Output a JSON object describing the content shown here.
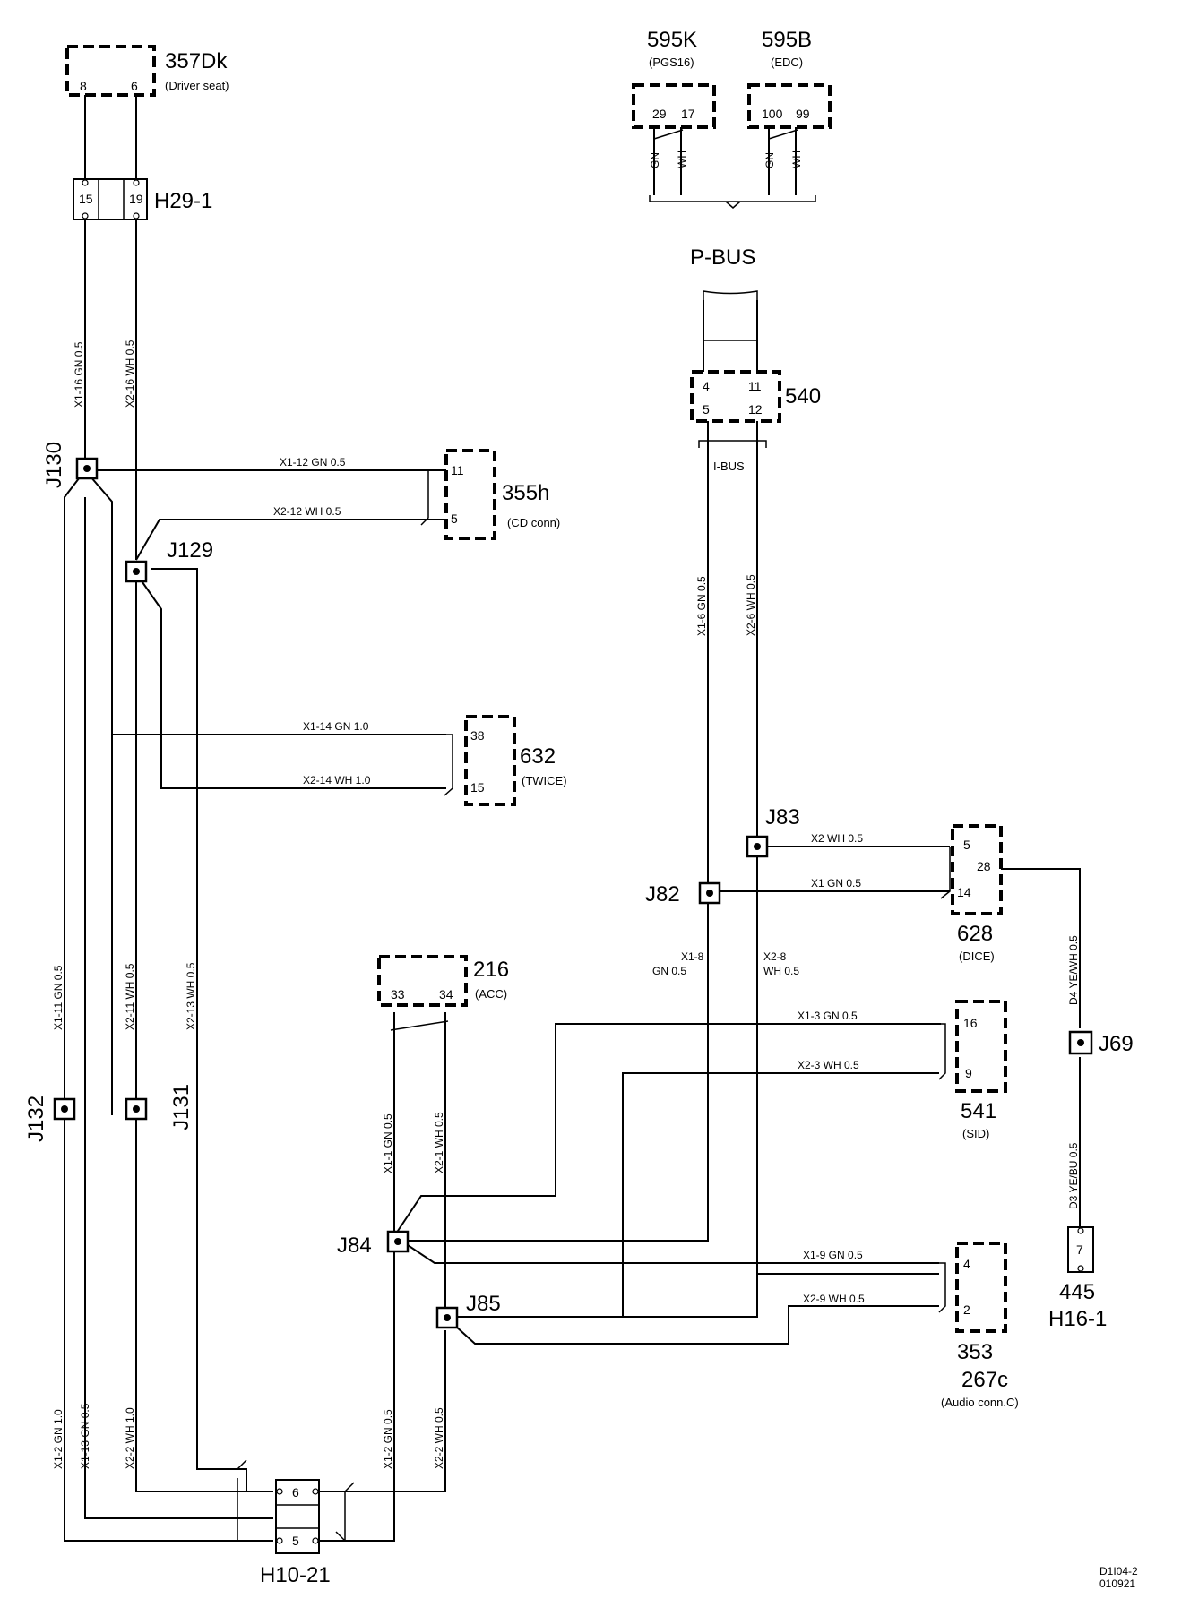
{
  "components": {
    "c357dk": {
      "id": "357Dk",
      "desc": "(Driver seat)",
      "pin_a": "8",
      "pin_b": "6"
    },
    "c595k": {
      "id": "595K",
      "desc": "(PGS16)",
      "pin_a": "29",
      "pin_b": "17"
    },
    "c595b": {
      "id": "595B",
      "desc": "(EDC)",
      "pin_a": "100",
      "pin_b": "99"
    },
    "h29": {
      "id": "H29-1",
      "pin_a": "15",
      "pin_b": "19"
    },
    "c540": {
      "id": "540",
      "pin_tl": "4",
      "pin_tr": "11",
      "pin_bl": "5",
      "pin_br": "12"
    },
    "c355h": {
      "id": "355h",
      "desc": "(CD conn)",
      "pin_a": "11",
      "pin_b": "5"
    },
    "c632": {
      "id": "632",
      "desc": "(TWICE)",
      "pin_a": "38",
      "pin_b": "15"
    },
    "c628": {
      "id": "628",
      "desc": "(DICE)",
      "pin_a": "5",
      "pin_b": "28",
      "pin_c": "14"
    },
    "c216": {
      "id": "216",
      "desc": "(ACC)",
      "pin_a": "33",
      "pin_b": "34"
    },
    "c541": {
      "id": "541",
      "desc": "(SID)",
      "pin_a": "16",
      "pin_b": "9"
    },
    "c353": {
      "id": "353",
      "id2": "267c",
      "desc": "(Audio conn.C)",
      "pin_a": "4",
      "pin_b": "2"
    },
    "c445": {
      "id": "445",
      "id2": "H16-1",
      "pin": "7"
    },
    "h10": {
      "id": "H10-21",
      "pin_a": "6",
      "pin_b": "5"
    }
  },
  "junctions": {
    "j130": "J130",
    "j129": "J129",
    "j132": "J132",
    "j131": "J131",
    "j84": "J84",
    "j85": "J85",
    "j82": "J82",
    "j83": "J83",
    "j69": "J69"
  },
  "buses": {
    "pbus": "P-BUS",
    "ibus": "I-BUS"
  },
  "wires": {
    "x1_16": "X1-16  GN  0.5",
    "x2_16": "X2-16  WH  0.5",
    "x1_12": "X1-12   GN   0.5",
    "x2_12": "X2-12   WH   0.5",
    "x1_14": "X1-14   GN   1.0",
    "x2_14": "X2-14   WH   1.0",
    "x1_11": "X1-11  GN  0.5",
    "x2_11": "X2-11  WH  0.5",
    "x2_13": "X2-13  WH  0.5",
    "x1_2l": "X1-2  GN  1.0",
    "x1_13": "X1-13  GN  0.5",
    "x2_2l": "X2-2  WH  1.0",
    "x1_1": "X1-1  GN  0.5",
    "x2_1": "X2-1  WH  0.5",
    "x1_2r": "X1-2  GN  0.5",
    "x2_2r": "X2-2  WH  0.5",
    "x1_6": "X1-6  GN  0.5",
    "x2_6": "X2-6  WH  0.5",
    "x2_dice": "X2   WH   0.5",
    "x1_dice": "X1   GN   0.5",
    "x1_8": "X1-8",
    "x1_8b": "GN   0.5",
    "x2_8": "X2-8",
    "x2_8b": "WH   0.5",
    "x1_3": "X1-3   GN   0.5",
    "x2_3": "X2-3   WH   0.5",
    "x1_9": "X1-9   GN   0.5",
    "x2_9": "X2-9   WH   0.5",
    "d4": "D4  YE/WH  0.5",
    "d3": "D3  YE/BU  0.5",
    "gn": "GN",
    "wh": "WH"
  },
  "ref": {
    "line1": "D1I04-2",
    "line2": "010921"
  }
}
